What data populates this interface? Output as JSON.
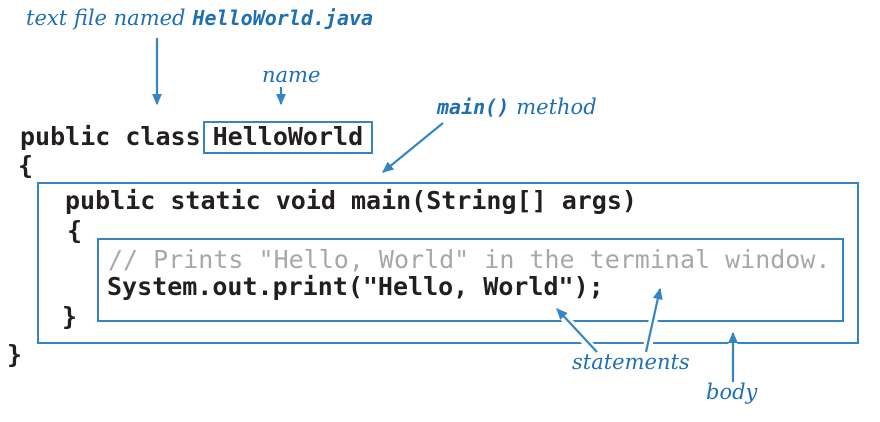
{
  "colors": {
    "box_blue": "#3585c5",
    "label_blue": "#1e6fb4",
    "code_text": "#231f20",
    "comment_gray": "#a6a8ab",
    "background": "#ffffff"
  },
  "labels": {
    "file": {
      "prefix": "text file named",
      "filename": "HelloWorld.java"
    },
    "name": "name",
    "main": {
      "code": "main()",
      "text": "method"
    },
    "statements": "statements",
    "body": "body"
  },
  "code": {
    "class_prefix": "public class",
    "class_name": "HelloWorld",
    "outer_open_brace": "{",
    "main_signature": "public static void main(String[] args)",
    "main_open_brace": "{",
    "comment": "// Prints \"Hello, World\" in the terminal window.",
    "statement": "System.out.print(\"Hello, World\");",
    "main_close_brace": "}",
    "outer_close_brace": "}"
  }
}
